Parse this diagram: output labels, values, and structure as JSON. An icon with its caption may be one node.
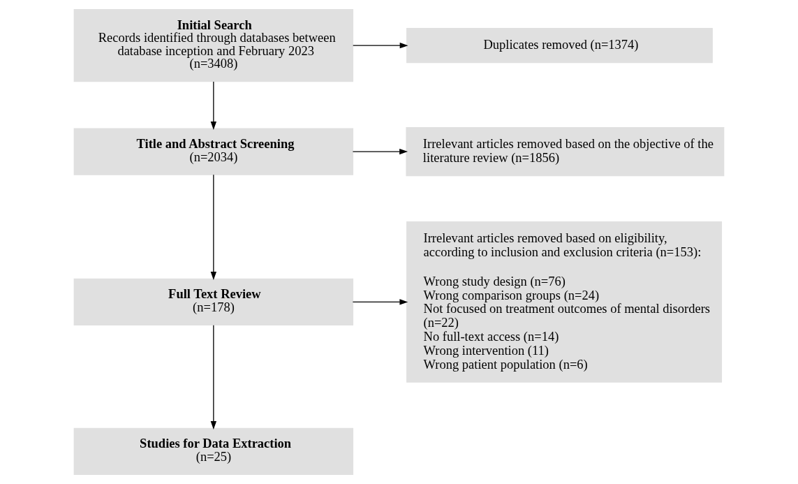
{
  "diagram": {
    "nodes": [
      {
        "text": [
          "Initial Search",
          "Records identified through databases between database inception and February 2023",
          "(n=3408)"
        ]
      },
      {
        "text": [
          "Duplicates removed (n=1374)"
        ]
      },
      {
        "text": [
          "Title and Abstract Screening",
          "(n=2034)"
        ]
      },
      {
        "text": [
          "Irrelevant articles removed based on the objective of the literature review (n=1856)"
        ]
      },
      {
        "text": [
          "Full Text Review",
          "(n=178)"
        ]
      },
      {
        "text": [
          "Irrelevant articles removed based on eligibility, according to inclusion and exclusion criteria (n=153):",
          "Wrong study design (n=76)",
          "Wrong comparison groups (n=24)",
          "Not focused on treatment outcomes of mental disorders (n=22)",
          "No full-text access (n=14)",
          "Wrong intervention (11)",
          "Wrong patient population (n=6)"
        ]
      },
      {
        "text": [
          "Studies for Data Extraction",
          "(n=25)"
        ]
      }
    ],
    "edges": [
      {
        "from": 0,
        "to": 1,
        "arrow": "to"
      },
      {
        "from": 0,
        "to": 2,
        "arrow": "to"
      },
      {
        "from": 2,
        "to": 3,
        "arrow": "to"
      },
      {
        "from": 2,
        "to": 4,
        "arrow": "to"
      },
      {
        "from": 4,
        "to": 5,
        "arrow": "to"
      },
      {
        "from": 4,
        "to": 6,
        "arrow": "to"
      }
    ]
  }
}
